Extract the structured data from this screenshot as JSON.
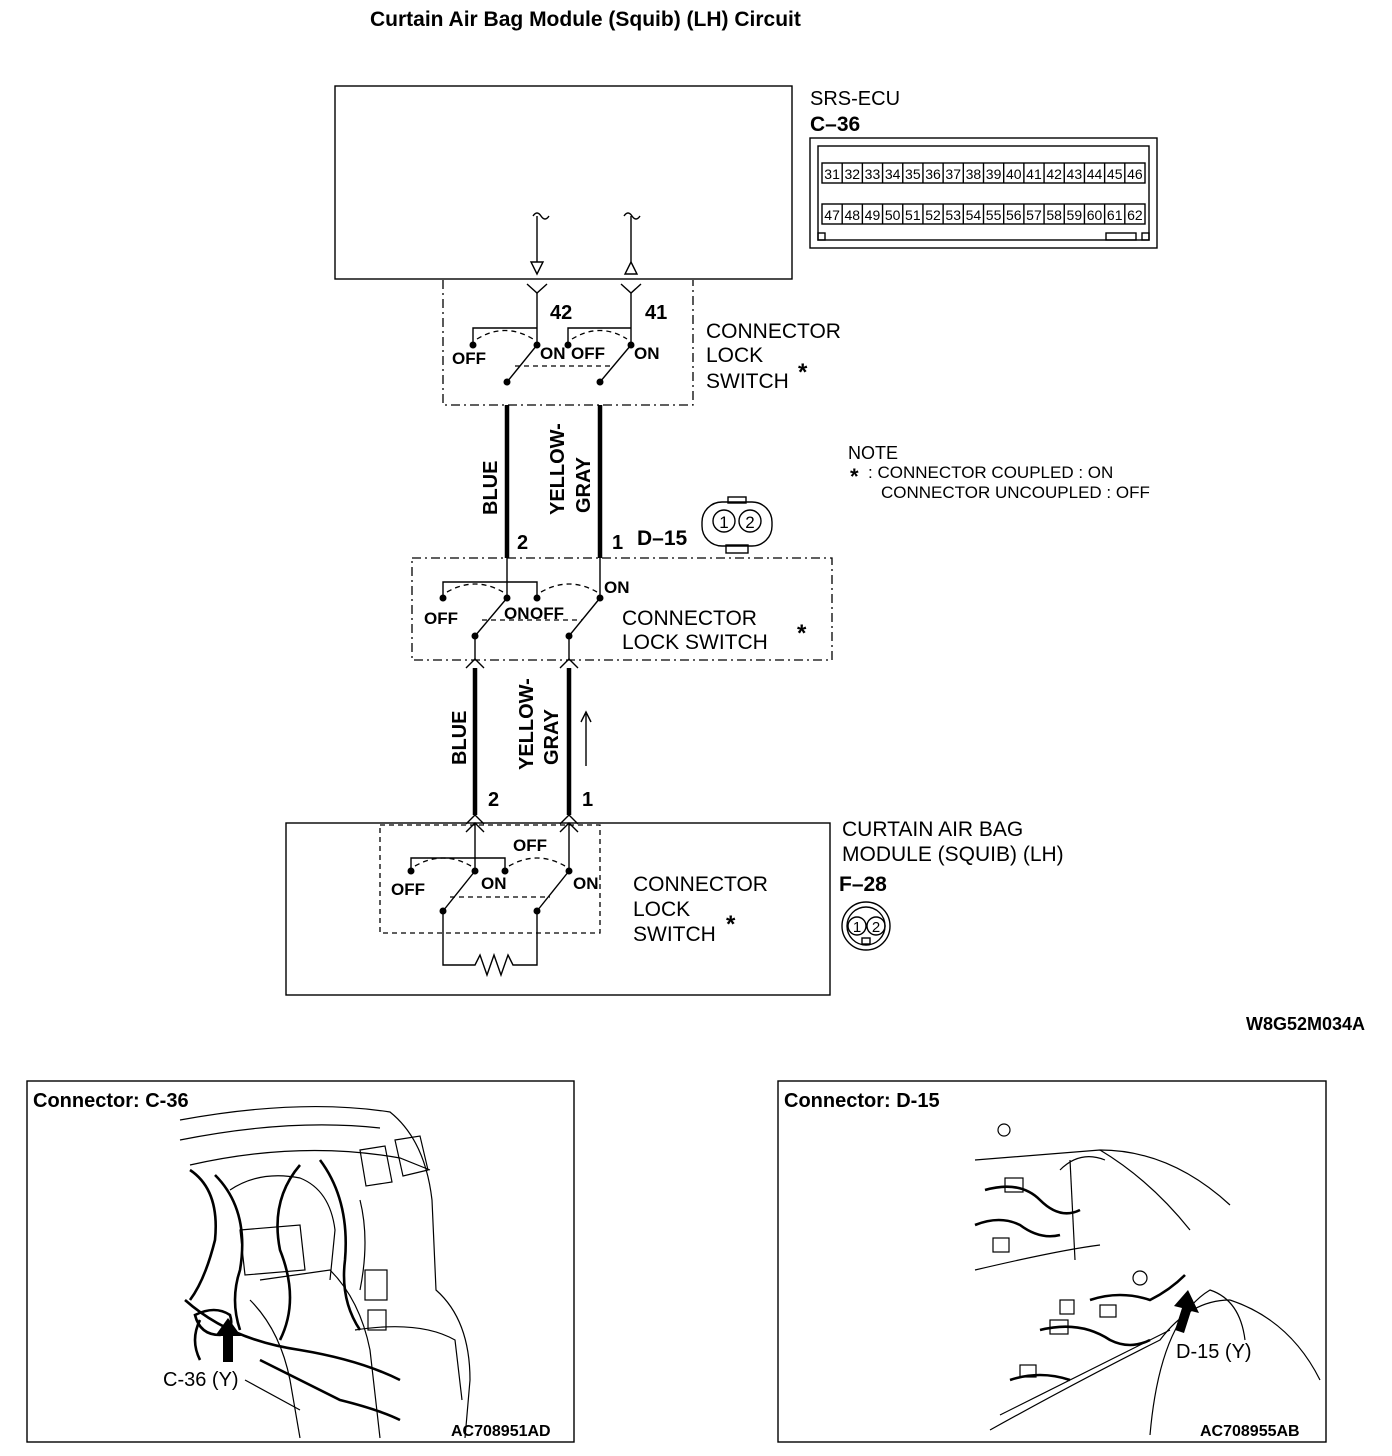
{
  "title": "Curtain Air Bag Module (Squib) (LH) Circuit",
  "ecu": {
    "name": "SRS-ECU",
    "connector_id": "C–36",
    "pins_top": [
      "31",
      "32",
      "33",
      "34",
      "35",
      "36",
      "37",
      "38",
      "39",
      "40",
      "41",
      "42",
      "43",
      "44",
      "45",
      "46"
    ],
    "pins_bottom": [
      "47",
      "48",
      "49",
      "50",
      "51",
      "52",
      "53",
      "54",
      "55",
      "56",
      "57",
      "58",
      "59",
      "60",
      "61",
      "62"
    ],
    "pin_a": "42",
    "pin_b": "41"
  },
  "switch_label": {
    "line1": "CONNECTOR",
    "line2": "LOCK",
    "line3": "SWITCH",
    "line_combined": "LOCK SWITCH",
    "star": "*"
  },
  "switch_states": {
    "off": "OFF",
    "on": "ON"
  },
  "wires": {
    "blue": "BLUE",
    "yellow_gray_1": "YELLOW-",
    "yellow_gray_2": "GRAY"
  },
  "d15": {
    "connector_id": "D–15",
    "pin2": "2",
    "pin1": "1",
    "face_pins": [
      "1",
      "2"
    ]
  },
  "note": {
    "heading": "NOTE",
    "star": "*",
    "line1": ": CONNECTOR COUPLED : ON",
    "line2": "CONNECTOR UNCOUPLED : OFF"
  },
  "module": {
    "name_line1": "CURTAIN AIR BAG",
    "name_line2": "MODULE (SQUIB) (LH)",
    "connector_id": "F–28",
    "pin2": "2",
    "pin1": "1",
    "face_pins": [
      "1",
      "2"
    ]
  },
  "diagram_code": "W8G52M034A",
  "panels": [
    {
      "title": "Connector: C-36",
      "callout": "C-36 (Y)",
      "code": "AC708951AD"
    },
    {
      "title": "Connector: D-15",
      "callout": "D-15 (Y)",
      "code": "AC708955AB"
    }
  ]
}
